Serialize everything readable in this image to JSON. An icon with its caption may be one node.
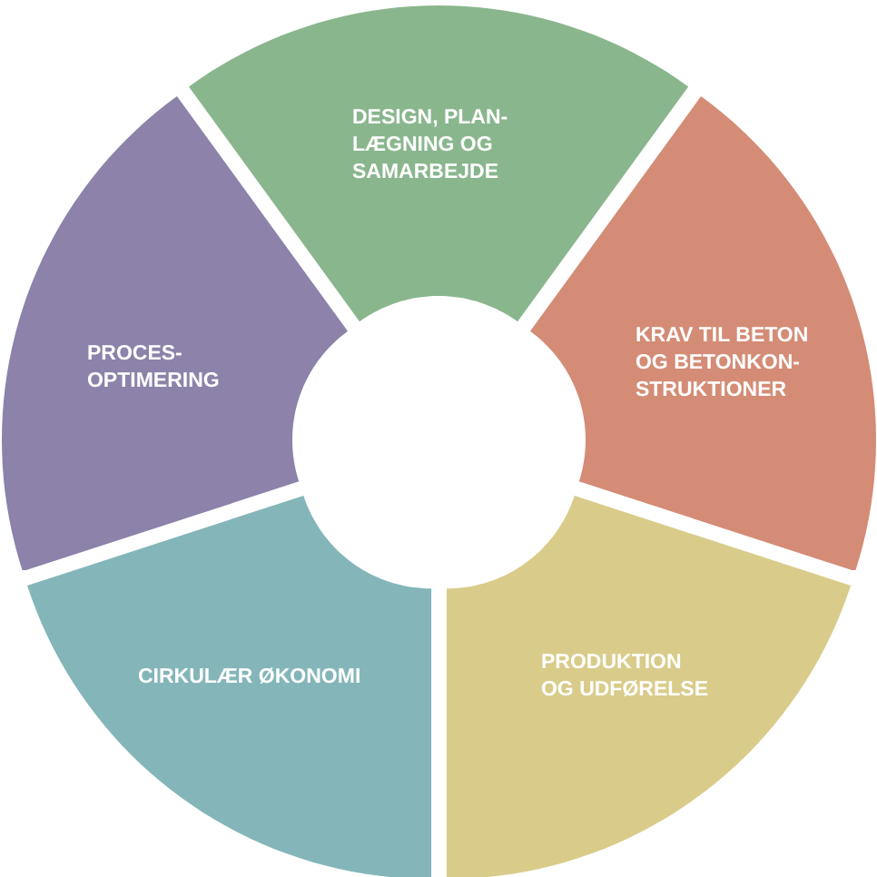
{
  "diagram": {
    "nodes": [
      {
        "text": [
          "DESIGN, PLAN- LÆGNING OG SAMARBEJDE"
        ]
      },
      {
        "text": [
          "KRAV TIL BETON OG BETONKON- STRUKTIONER"
        ]
      },
      {
        "text": [
          "PRODUKTION OG UDFØRELSE"
        ]
      },
      {
        "text": [
          "CIRKULÆR ØKONOMI"
        ]
      },
      {
        "text": [
          "PROCES- OPTIMERING"
        ]
      }
    ]
  }
}
